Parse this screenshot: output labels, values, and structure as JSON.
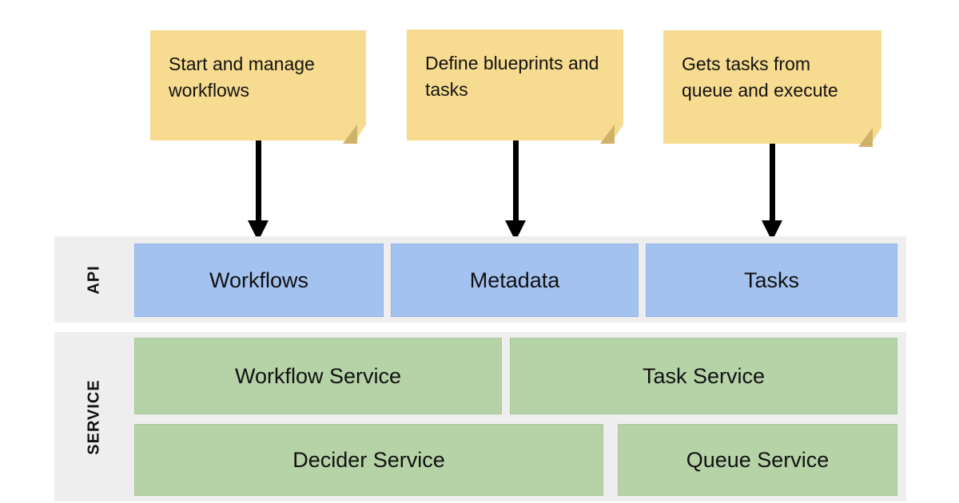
{
  "diagram": {
    "notes": [
      {
        "text": "Start and manage workflows"
      },
      {
        "text": "Define blueprints and tasks"
      },
      {
        "text": "Gets tasks from queue and execute"
      }
    ],
    "layers": [
      {
        "label": "API",
        "boxes": [
          {
            "label": "Workflows"
          },
          {
            "label": "Metadata"
          },
          {
            "label": "Tasks"
          }
        ]
      },
      {
        "label": "SERVICE",
        "boxes": [
          {
            "label": "Workflow Service"
          },
          {
            "label": "Task Service"
          },
          {
            "label": "Decider Service"
          },
          {
            "label": "Queue Service"
          }
        ]
      }
    ]
  },
  "colors": {
    "note_fill": "#F7DB90",
    "note_fold": "#CEB26A",
    "api_box_fill": "#A4C2F0",
    "service_box_fill": "#B6D3A8",
    "band_fill": "#EEEEEE",
    "arrow": "#000000",
    "text": "#111111",
    "background": "#FFFFFF"
  }
}
